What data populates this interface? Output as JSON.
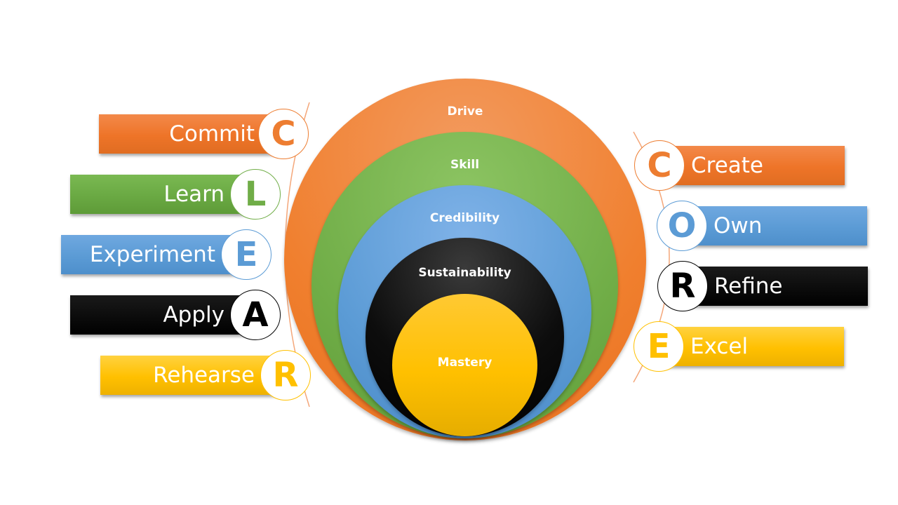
{
  "rings": [
    {
      "label": "Drive"
    },
    {
      "label": "Skill"
    },
    {
      "label": "Credibility"
    },
    {
      "label": "Sustainability"
    },
    {
      "label": "Mastery"
    }
  ],
  "clear": [
    {
      "word": "Commit",
      "letter": "C"
    },
    {
      "word": "Learn",
      "letter": "L"
    },
    {
      "word": "Experiment",
      "letter": "E"
    },
    {
      "word": "Apply",
      "letter": "A"
    },
    {
      "word": "Rehearse",
      "letter": "R"
    }
  ],
  "core": [
    {
      "word": "Create",
      "letter": "C"
    },
    {
      "word": "Own",
      "letter": "O"
    },
    {
      "word": "Refine",
      "letter": "R"
    },
    {
      "word": "Excel",
      "letter": "E"
    }
  ],
  "colors": {
    "orange": "#ED7D31",
    "green": "#70AD47",
    "blue": "#5B9BD5",
    "black": "#000000",
    "yellow": "#FFC000",
    "connector": "#F4A77A"
  }
}
